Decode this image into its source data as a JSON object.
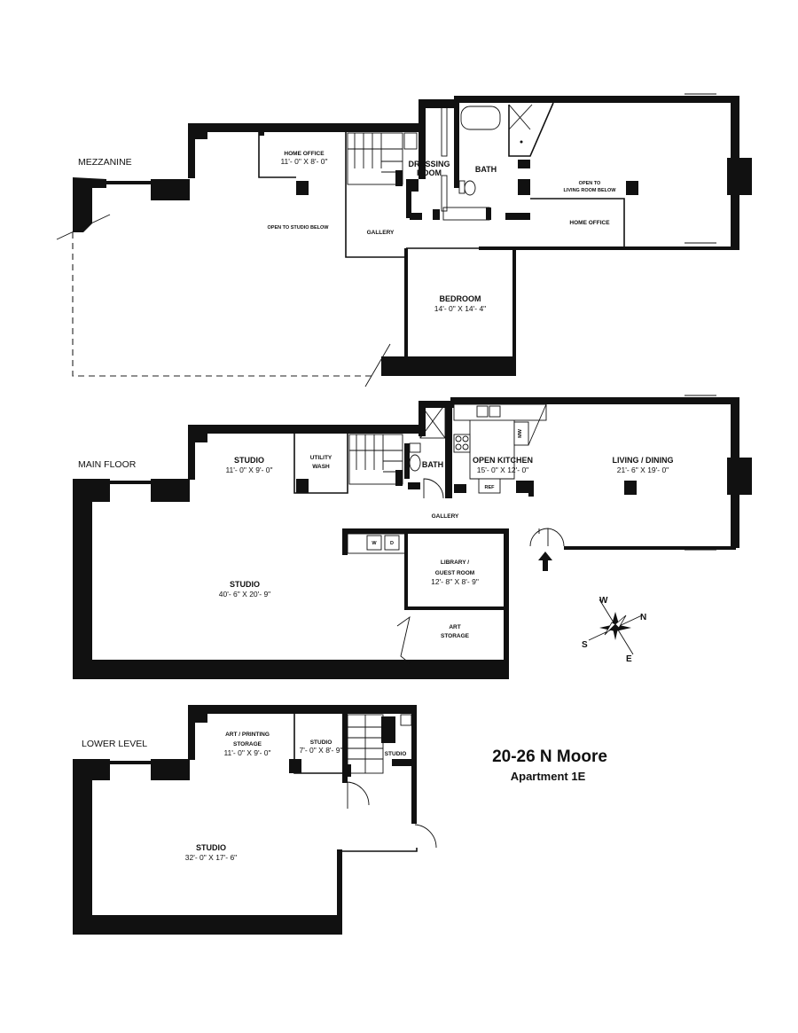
{
  "title": "20-26 N Moore",
  "subtitle": "Apartment 1E",
  "compass": {
    "w": "W",
    "n": "N",
    "s": "S",
    "e": "E"
  },
  "mezzanine": {
    "label": "MEZZANINE",
    "home_office": {
      "name": "HOME OFFICE",
      "dim": "11'- 0\" X 8'- 0\""
    },
    "open_to_studio": "OPEN TO STUDIO BELOW",
    "gallery": "GALLERY",
    "dressing_room": [
      "DRESSING",
      "ROOM"
    ],
    "bath": "BATH",
    "open_to_living": [
      "OPEN TO",
      "LIVING ROOM BELOW"
    ],
    "home_office_2": "HOME OFFICE",
    "bedroom": {
      "name": "BEDROOM",
      "dim": "14'- 0\" X 14'- 4\""
    }
  },
  "main_floor": {
    "label": "MAIN FLOOR",
    "studio_small": {
      "name": "STUDIO",
      "dim": "11'- 0\" X 9'- 0\""
    },
    "utility": [
      "UTILITY",
      "WASH"
    ],
    "bath": "BATH",
    "kitchen": {
      "name": "OPEN KITCHEN",
      "dim": "15'- 0\" X 12'- 0\""
    },
    "living": {
      "name": "LIVING / DINING",
      "dim": "21'- 6\" X 19'- 0\""
    },
    "gallery": "GALLERY",
    "studio_large": {
      "name": "STUDIO",
      "dim": "40'- 6\" X 20'- 9\""
    },
    "library": {
      "name": [
        "LIBRARY /",
        "GUEST ROOM"
      ],
      "dim": "12'- 8\" X 8'- 9\""
    },
    "art_storage": [
      "ART",
      "STORAGE"
    ],
    "washer": "W",
    "dryer": "D",
    "ref": "REF",
    "mw": "MW"
  },
  "lower_level": {
    "label": "LOWER LEVEL",
    "art_printing": {
      "name": [
        "ART / PRINTING",
        "STORAGE"
      ],
      "dim": "11'- 0\" X 9'- 0\""
    },
    "studio_small": {
      "name": "STUDIO",
      "dim": "7'- 0\" X 8'- 9\""
    },
    "studio_corner": "STUDIO",
    "studio_large": {
      "name": "STUDIO",
      "dim": "32'- 0\" X 17'- 6\""
    }
  }
}
